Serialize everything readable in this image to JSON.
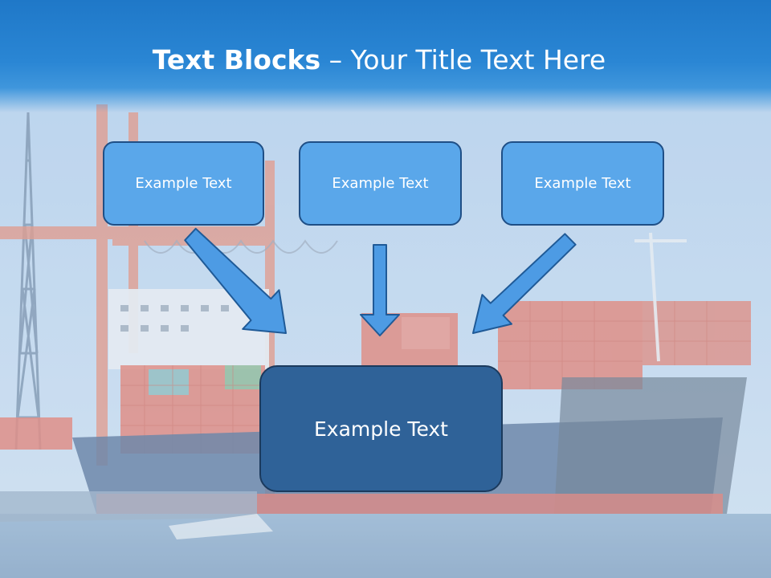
{
  "slide": {
    "title_bold": "Text Blocks",
    "title_dash": " – ",
    "title_rest": "Your Title Text Here",
    "boxes": [
      {
        "label": "Example Text"
      },
      {
        "label": "Example Text"
      },
      {
        "label": "Example Text"
      }
    ],
    "target_box": {
      "label": "Example Text"
    }
  },
  "colors": {
    "header": "#2a86d4",
    "box_fill": "#5aa7ea",
    "box_border": "#1f4f86",
    "target_fill": "#2f6298",
    "arrow_fill": "#4d9be4",
    "arrow_stroke": "#1f5a97"
  }
}
